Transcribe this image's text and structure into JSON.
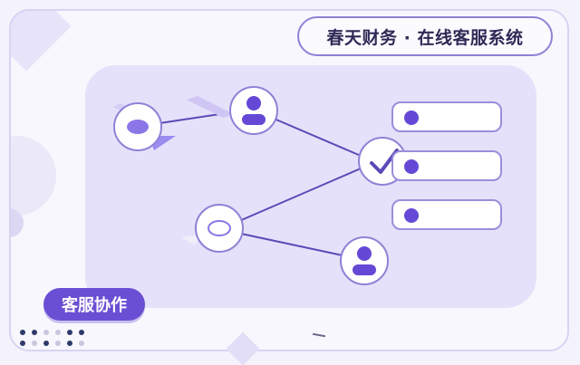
{
  "header": {
    "title": "春天财务 · 在线客服系统"
  },
  "tag": {
    "label": "客服协作"
  },
  "nodes": [
    {
      "name": "chat-bubble-node",
      "icon": "chat-bubble-icon"
    },
    {
      "name": "agent-node-top",
      "icon": "user-icon"
    },
    {
      "name": "check-node",
      "icon": "checkmark-icon"
    },
    {
      "name": "chat-bubble-node-2",
      "icon": "chat-bubble-outline-icon"
    },
    {
      "name": "agent-node-bottom",
      "icon": "user-icon"
    }
  ],
  "fields": [
    {
      "name": "field-1"
    },
    {
      "name": "field-2"
    },
    {
      "name": "field-3"
    }
  ],
  "colors": {
    "accent": "#6a4fd4",
    "panel": "#e6e1fa",
    "border": "#8f81d6",
    "text": "#2f2a55"
  }
}
